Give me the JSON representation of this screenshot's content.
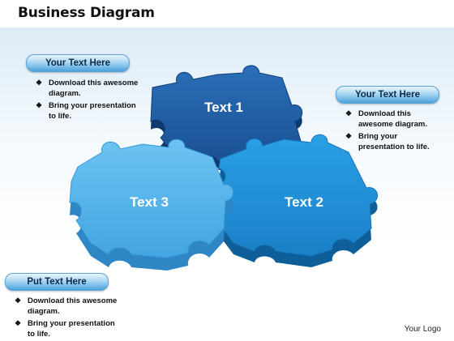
{
  "title": "Business Diagram",
  "callouts": {
    "top_left": {
      "heading": "Your Text Here",
      "bullets": [
        "Download this awesome diagram.",
        "Bring your presentation to life."
      ]
    },
    "right": {
      "heading": "Your Text Here",
      "bullets": [
        "Download this awesome diagram.",
        "Bring your presentation to life."
      ]
    },
    "bottom_left": {
      "heading": "Put Text Here",
      "bullets": [
        "Download this awesome diagram.",
        "Bring your presentation to life."
      ]
    }
  },
  "bullet_icon": "diamond-bullet-icon",
  "pieces": [
    {
      "label": "Text 1",
      "color": "#1f5fa8"
    },
    {
      "label": "Text 2",
      "color": "#1e8fd6"
    },
    {
      "label": "Text 3",
      "color": "#4fb0e8"
    }
  ],
  "logo": "Your Logo"
}
